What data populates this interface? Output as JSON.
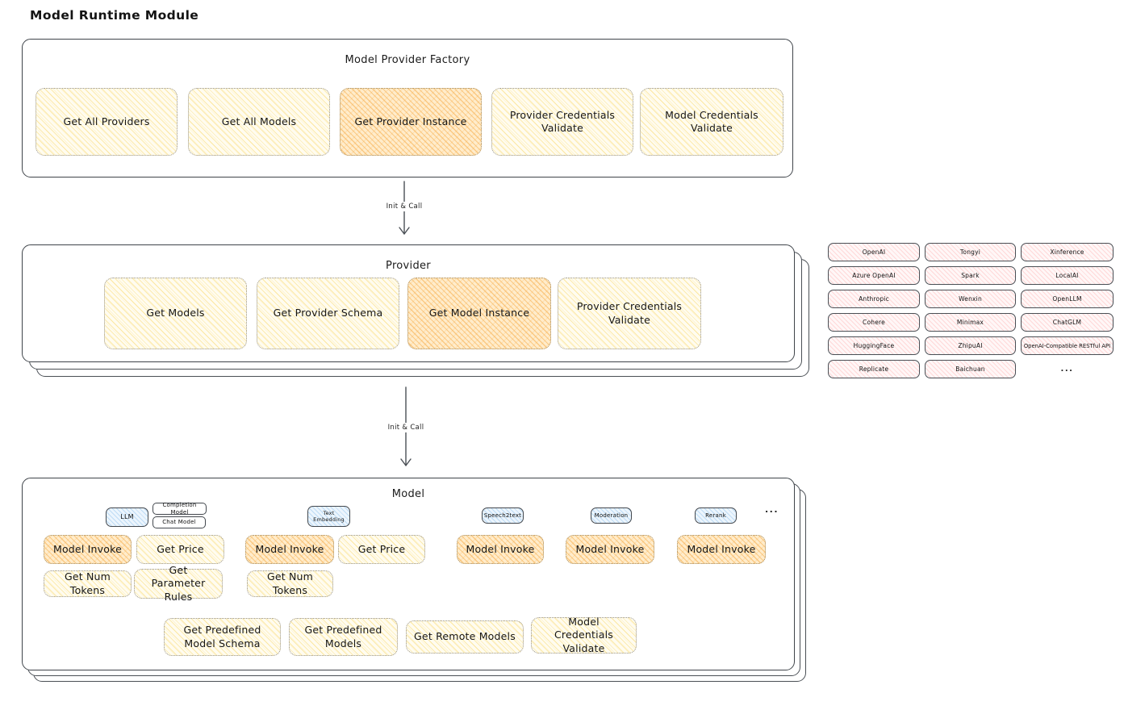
{
  "page_title": "Model Runtime Module",
  "colors": {
    "yellow_fill": "#fffcf0",
    "yellow_hatch": "#fad86e",
    "orange_fill": "#ffeccb",
    "orange_hatch": "#f6a63d",
    "blue_fill": "#ecf5fd",
    "blue_hatch": "#74b4e8",
    "pink_fill": "#fff7f7",
    "pink_hatch": "#ff9696",
    "stroke": "#3f444a"
  },
  "arrows": [
    {
      "label": "Init & Call"
    },
    {
      "label": "Init & Call"
    }
  ],
  "factory": {
    "title": "Model Provider Factory",
    "boxes": [
      {
        "label": "Get All Providers",
        "highlight": false
      },
      {
        "label": "Get All Models",
        "highlight": false
      },
      {
        "label": "Get Provider Instance",
        "highlight": true
      },
      {
        "label": "Provider Credentials Validate",
        "highlight": false
      },
      {
        "label": "Model Credentials Validate",
        "highlight": false
      }
    ]
  },
  "provider": {
    "title": "Provider",
    "boxes": [
      {
        "label": "Get Models",
        "highlight": false
      },
      {
        "label": "Get Provider Schema",
        "highlight": false
      },
      {
        "label": "Get Model Instance",
        "highlight": true
      },
      {
        "label": "Provider Credentials Validate",
        "highlight": false
      }
    ]
  },
  "providers_grid": {
    "items": [
      "OpenAI",
      "Tongyi",
      "Xinference",
      "Azure OpenAI",
      "Spark",
      "LocalAI",
      "Anthropic",
      "Wenxin",
      "OpenLLM",
      "Cohere",
      "Minimax",
      "ChatGLM",
      "HuggingFace",
      "ZhipuAI",
      "OpenAI-Compatible RESTful API",
      "Replicate",
      "Baichuan"
    ],
    "more": "..."
  },
  "model": {
    "title": "Model",
    "tabs": {
      "llm": "LLM",
      "completion": "Completion Model",
      "chat": "Chat Model",
      "text_embedding": "Text Embedding",
      "speech2text": "Speech2text",
      "moderation": "Moderation",
      "rerank": "Rerank",
      "more": "..."
    },
    "functions": {
      "model_invoke": "Model Invoke",
      "get_price": "Get Price",
      "get_num_tokens": "Get Num Tokens",
      "get_parameter_rules": "Get Parameter Rules",
      "get_predefined_model_schema": "Get Predefined Model Schema",
      "get_predefined_models": "Get Predefined Models",
      "get_remote_models": "Get Remote Models",
      "model_credentials_validate": "Model Credentials Validate"
    }
  }
}
